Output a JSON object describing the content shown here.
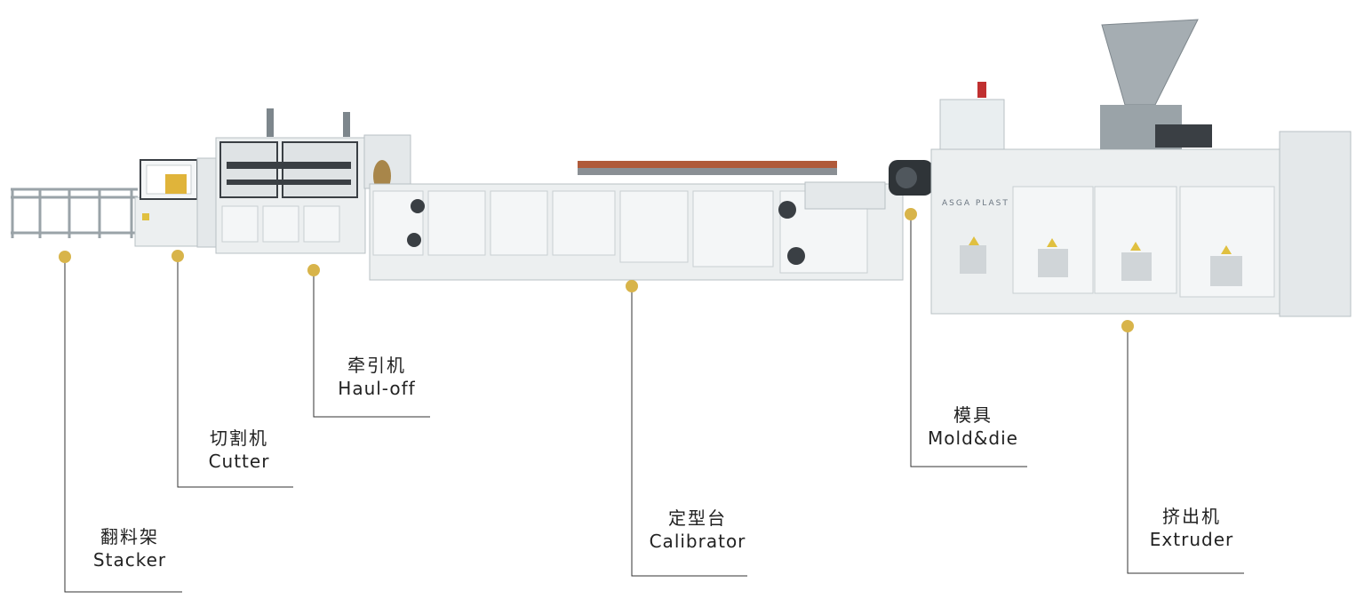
{
  "machine": {
    "brand": "ASGA PLAST",
    "colors": {
      "dot": "#d8b44a",
      "line": "#333333",
      "machine_body": "#eceff0",
      "machine_edge": "#b9c0c4",
      "dark_part": "#3a3f44",
      "steel": "#9aa3a8"
    }
  },
  "callouts": [
    {
      "id": "stacker",
      "cn": "翻料架",
      "en": "Stacker"
    },
    {
      "id": "cutter",
      "cn": "切割机",
      "en": "Cutter"
    },
    {
      "id": "haul-off",
      "cn": "牵引机",
      "en": "Haul-off"
    },
    {
      "id": "calibrator",
      "cn": "定型台",
      "en": "Calibrator"
    },
    {
      "id": "mold-die",
      "cn": "模具",
      "en": "Mold&die"
    },
    {
      "id": "extruder",
      "cn": "挤出机",
      "en": "Extruder"
    }
  ]
}
